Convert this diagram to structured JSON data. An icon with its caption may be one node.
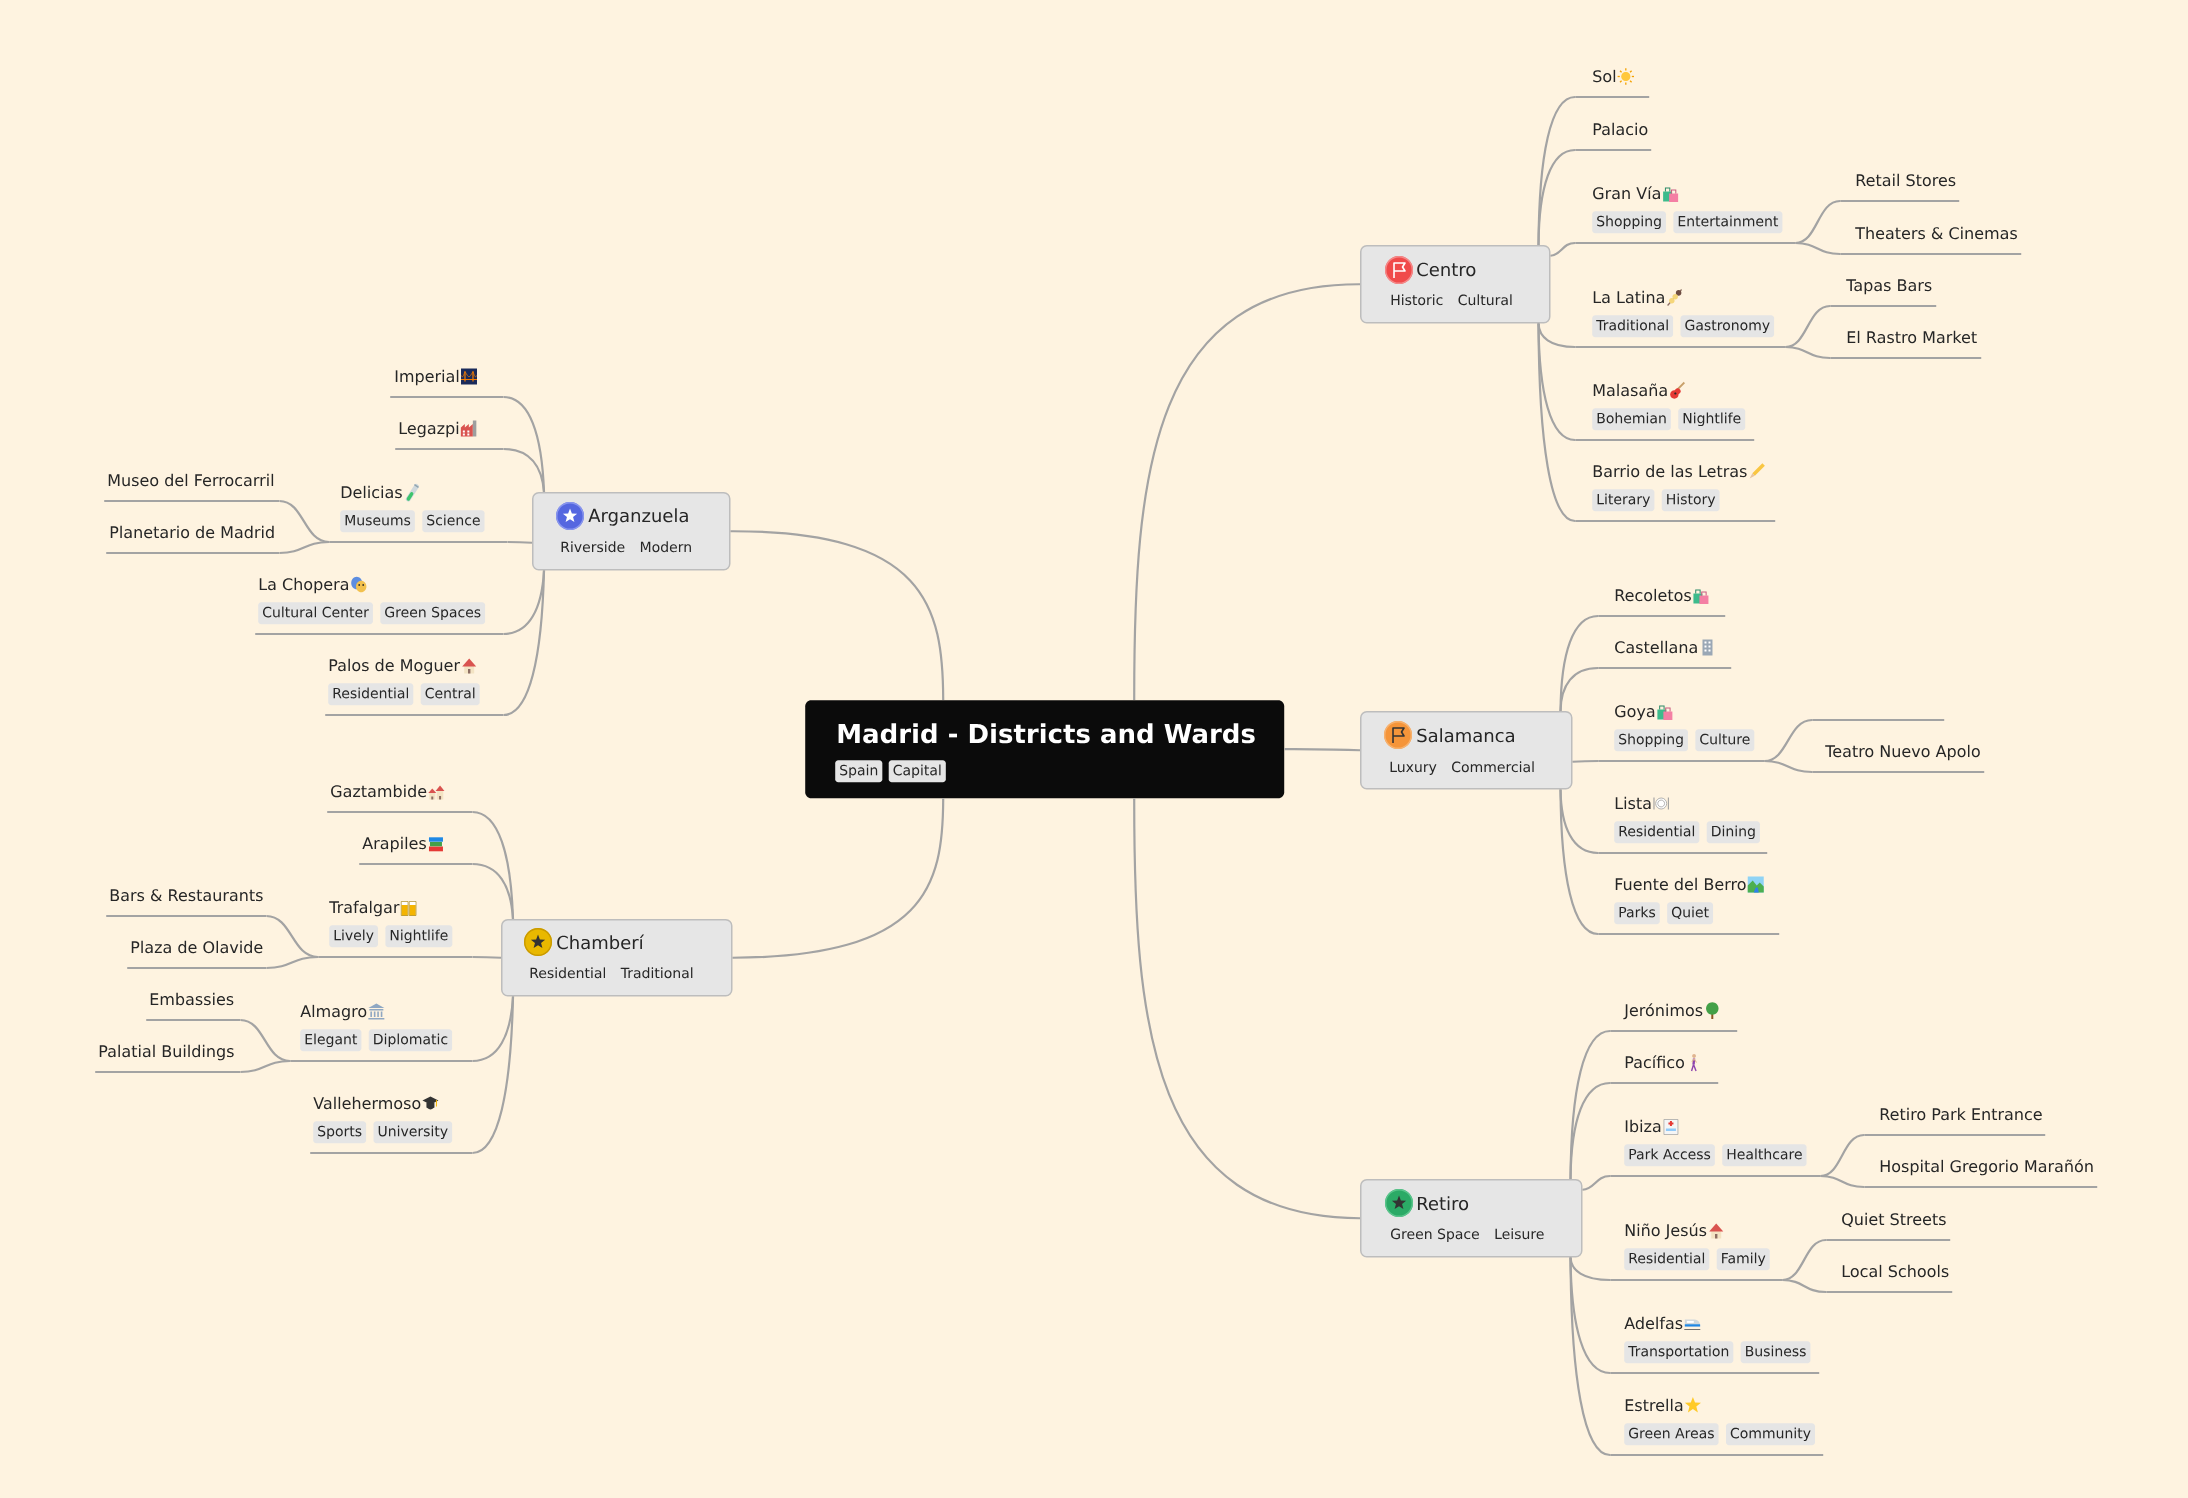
{
  "diagram": {
    "nodes": [
      {
        "text": [
          "Madrid - Districts and Wards",
          "Spain",
          "Capital"
        ]
      },
      {
        "text": [
          "Centro",
          "Historic",
          "Cultural"
        ]
      },
      {
        "text": [
          "Sol"
        ]
      },
      {
        "text": [
          "Palacio"
        ]
      },
      {
        "text": [
          "Gran Vía",
          "Shopping",
          "Entertainment"
        ]
      },
      {
        "text": [
          "Retail Stores"
        ]
      },
      {
        "text": [
          "Theaters & Cinemas"
        ]
      },
      {
        "text": [
          "La Latina",
          "Traditional",
          "Gastronomy"
        ]
      },
      {
        "text": [
          "Tapas Bars"
        ]
      },
      {
        "text": [
          "El Rastro Market"
        ]
      },
      {
        "text": [
          "Malasaña",
          "Bohemian",
          "Nightlife"
        ]
      },
      {
        "text": [
          "Barrio de las Letras",
          "Literary",
          "History"
        ]
      },
      {
        "text": [
          "Salamanca",
          "Luxury",
          "Commercial"
        ]
      },
      {
        "text": [
          "Recoletos"
        ]
      },
      {
        "text": [
          "Castellana"
        ]
      },
      {
        "text": [
          "Goya",
          "Shopping",
          "Culture"
        ]
      },
      {
        "text": [],
        "shape": "line"
      },
      {
        "text": [
          "Teatro Nuevo Apolo"
        ]
      },
      {
        "text": [
          "Lista",
          "Residential",
          "Dining"
        ]
      },
      {
        "text": [
          "Fuente del Berro",
          "Parks",
          "Quiet"
        ]
      },
      {
        "text": [
          "Retiro",
          "Green Space",
          "Leisure"
        ]
      },
      {
        "text": [
          "Jerónimos"
        ]
      },
      {
        "text": [
          "Pacífico"
        ]
      },
      {
        "text": [
          "Ibiza",
          "Park Access",
          "Healthcare"
        ]
      },
      {
        "text": [
          "Retiro Park Entrance"
        ]
      },
      {
        "text": [
          "Hospital Gregorio Marañón"
        ]
      },
      {
        "text": [
          "Niño Jesús",
          "Residential",
          "Family"
        ]
      },
      {
        "text": [
          "Quiet Streets"
        ]
      },
      {
        "text": [
          "Local Schools"
        ]
      },
      {
        "text": [
          "Adelfas",
          "Transportation",
          "Business"
        ]
      },
      {
        "text": [
          "Estrella",
          "Green Areas",
          "Community"
        ]
      },
      {
        "text": [
          "Arganzuela",
          "Riverside",
          "Modern"
        ]
      },
      {
        "text": [
          "Imperial"
        ]
      },
      {
        "text": [
          "Legazpi"
        ]
      },
      {
        "text": [
          "Delicias",
          "Museums",
          "Science"
        ]
      },
      {
        "text": [
          "Museo del Ferrocarril"
        ]
      },
      {
        "text": [
          "Planetario de Madrid"
        ]
      },
      {
        "text": [
          "La Chopera",
          "Cultural Center",
          "Green Spaces"
        ]
      },
      {
        "text": [
          "Palos de Moguer",
          "Residential",
          "Central"
        ]
      },
      {
        "text": [
          "Chamberí",
          "Residential",
          "Traditional"
        ]
      },
      {
        "text": [
          "Gaztambide"
        ]
      },
      {
        "text": [
          "Arapiles"
        ]
      },
      {
        "text": [
          "Trafalgar",
          "Lively",
          "Nightlife"
        ]
      },
      {
        "text": [
          "Bars & Restaurants"
        ]
      },
      {
        "text": [
          "Plaza de Olavide"
        ]
      },
      {
        "text": [
          "Almagro",
          "Elegant",
          "Diplomatic"
        ]
      },
      {
        "text": [
          "Embassies"
        ]
      },
      {
        "text": [
          "Palatial Buildings"
        ]
      },
      {
        "text": [
          "Vallehermoso",
          "Sports",
          "University"
        ]
      }
    ],
    "edges": [
      {
        "from": 0,
        "to": 1,
        "arrow": "none"
      },
      {
        "from": 1,
        "to": 2,
        "arrow": "none"
      },
      {
        "from": 1,
        "to": 3,
        "arrow": "none"
      },
      {
        "from": 1,
        "to": 4,
        "arrow": "none"
      },
      {
        "from": 4,
        "to": 5,
        "arrow": "none"
      },
      {
        "from": 4,
        "to": 6,
        "arrow": "none"
      },
      {
        "from": 1,
        "to": 7,
        "arrow": "none"
      },
      {
        "from": 7,
        "to": 8,
        "arrow": "none"
      },
      {
        "from": 7,
        "to": 9,
        "arrow": "none"
      },
      {
        "from": 1,
        "to": 10,
        "arrow": "none"
      },
      {
        "from": 1,
        "to": 11,
        "arrow": "none"
      },
      {
        "from": 0,
        "to": 12,
        "arrow": "none"
      },
      {
        "from": 12,
        "to": 13,
        "arrow": "none"
      },
      {
        "from": 12,
        "to": 14,
        "arrow": "none"
      },
      {
        "from": 12,
        "to": 15,
        "arrow": "none"
      },
      {
        "from": 15,
        "to": 16,
        "arrow": "none"
      },
      {
        "from": 15,
        "to": 17,
        "arrow": "none"
      },
      {
        "from": 12,
        "to": 18,
        "arrow": "none"
      },
      {
        "from": 12,
        "to": 19,
        "arrow": "none"
      },
      {
        "from": 0,
        "to": 20,
        "arrow": "none"
      },
      {
        "from": 20,
        "to": 21,
        "arrow": "none"
      },
      {
        "from": 20,
        "to": 22,
        "arrow": "none"
      },
      {
        "from": 20,
        "to": 23,
        "arrow": "none"
      },
      {
        "from": 23,
        "to": 24,
        "arrow": "none"
      },
      {
        "from": 23,
        "to": 25,
        "arrow": "none"
      },
      {
        "from": 20,
        "to": 26,
        "arrow": "none"
      },
      {
        "from": 26,
        "to": 27,
        "arrow": "none"
      },
      {
        "from": 26,
        "to": 28,
        "arrow": "none"
      },
      {
        "from": 20,
        "to": 29,
        "arrow": "none"
      },
      {
        "from": 20,
        "to": 30,
        "arrow": "none"
      },
      {
        "from": 0,
        "to": 31,
        "arrow": "none"
      },
      {
        "from": 31,
        "to": 32,
        "arrow": "none"
      },
      {
        "from": 31,
        "to": 33,
        "arrow": "none"
      },
      {
        "from": 31,
        "to": 34,
        "arrow": "none"
      },
      {
        "from": 34,
        "to": 35,
        "arrow": "none"
      },
      {
        "from": 34,
        "to": 36,
        "arrow": "none"
      },
      {
        "from": 31,
        "to": 37,
        "arrow": "none"
      },
      {
        "from": 31,
        "to": 38,
        "arrow": "none"
      },
      {
        "from": 0,
        "to": 39,
        "arrow": "none"
      },
      {
        "from": 39,
        "to": 40,
        "arrow": "none"
      },
      {
        "from": 39,
        "to": 41,
        "arrow": "none"
      },
      {
        "from": 39,
        "to": 42,
        "arrow": "none"
      },
      {
        "from": 42,
        "to": 43,
        "arrow": "none"
      },
      {
        "from": 42,
        "to": 44,
        "arrow": "none"
      },
      {
        "from": 39,
        "to": 45,
        "arrow": "none"
      },
      {
        "from": 45,
        "to": 46,
        "arrow": "none"
      },
      {
        "from": 45,
        "to": 47,
        "arrow": "none"
      },
      {
        "from": 39,
        "to": 48,
        "arrow": "none"
      }
    ]
  }
}
